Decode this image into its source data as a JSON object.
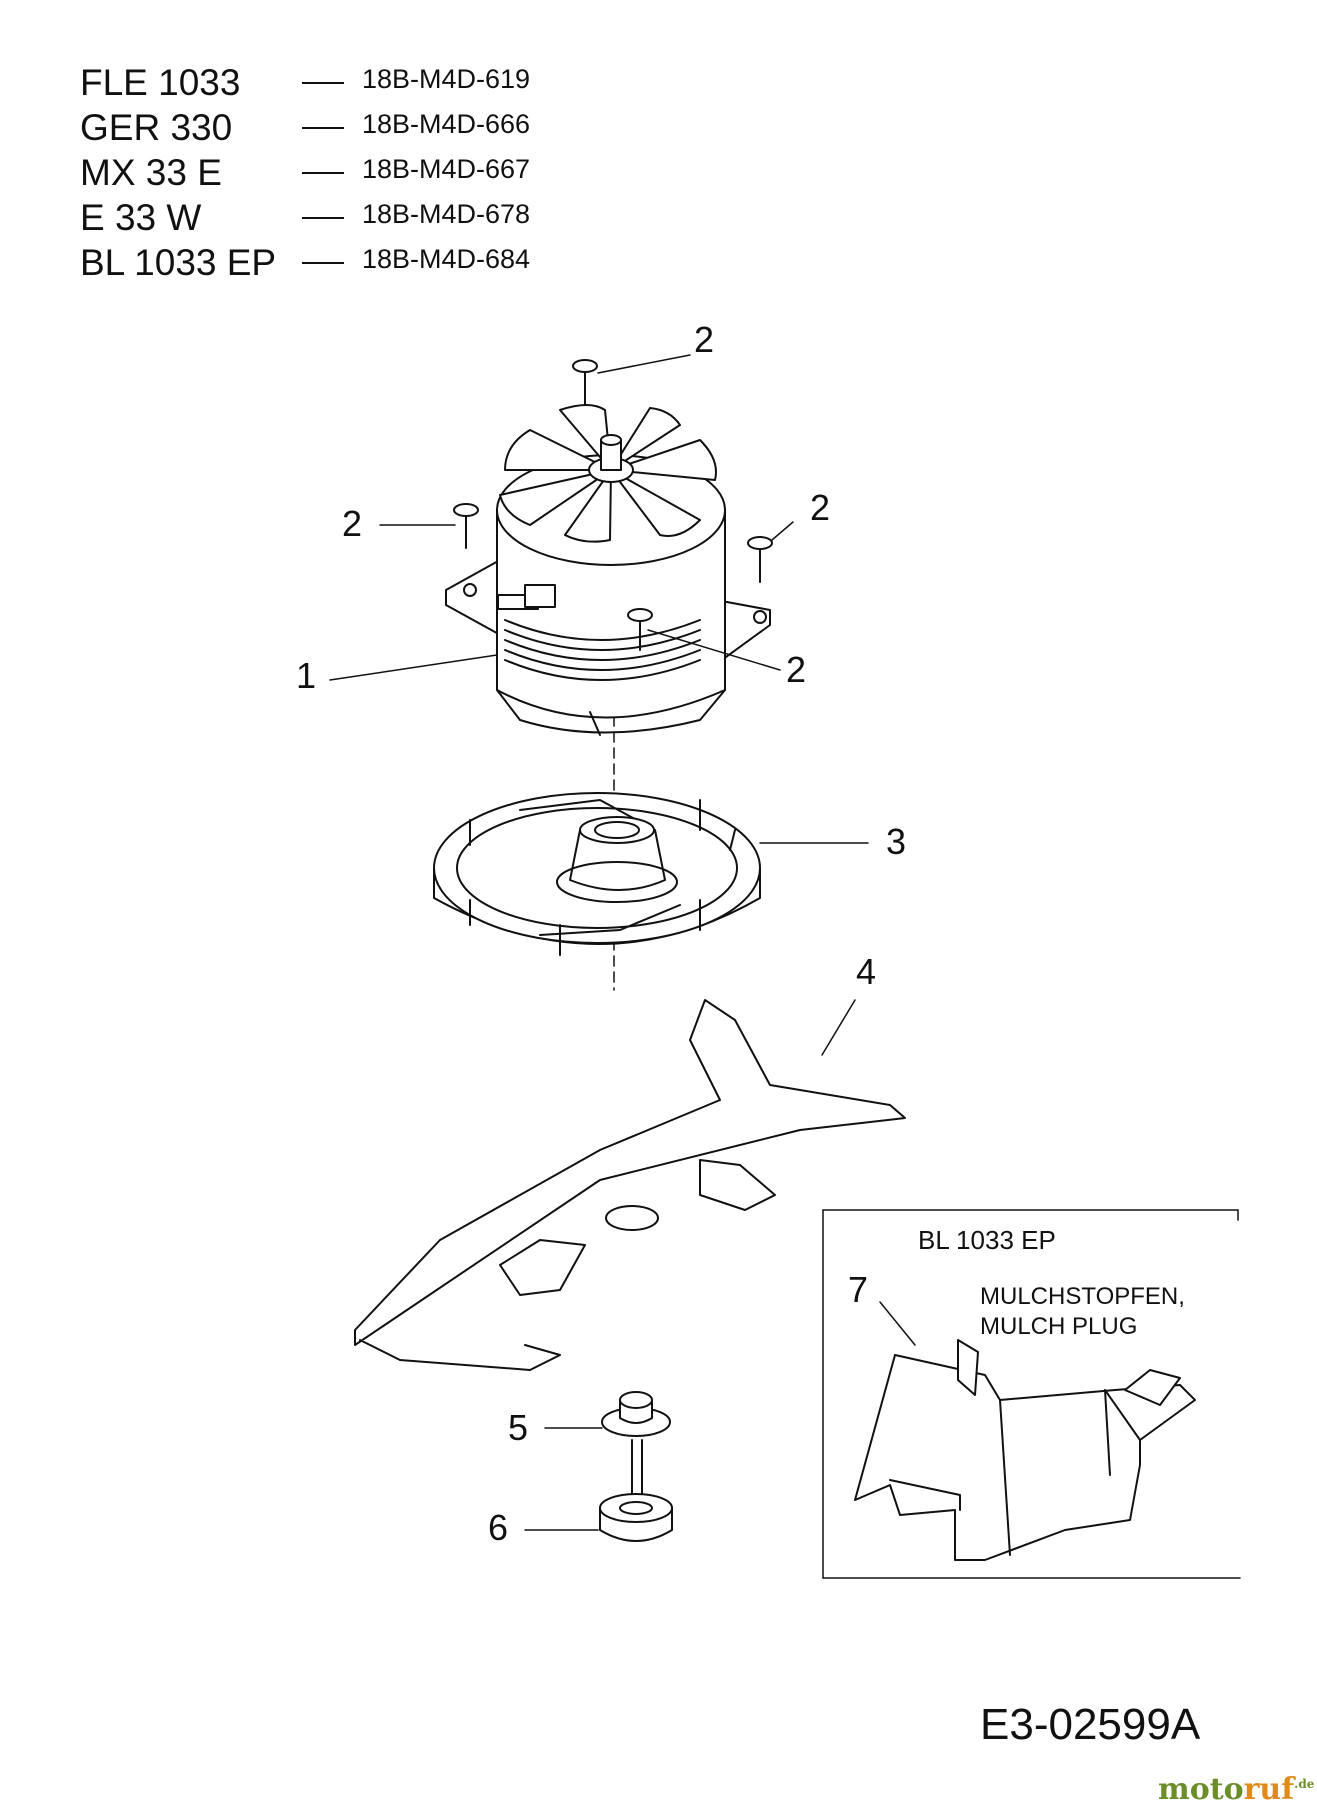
{
  "models": [
    {
      "name": "FLE 1033",
      "code": "18B-M4D-619"
    },
    {
      "name": "GER 330",
      "code": "18B-M4D-666"
    },
    {
      "name": "MX 33 E",
      "code": "18B-M4D-667"
    },
    {
      "name": "E 33 W",
      "code": "18B-M4D-678"
    },
    {
      "name": "BL 1033 EP",
      "code": "18B-M4D-684"
    }
  ],
  "callouts": {
    "motor": "1",
    "screw": "2",
    "fan": "3",
    "blade": "4",
    "washer": "5",
    "adapter": "6",
    "mulch_plug": "7"
  },
  "inset": {
    "title": "BL 1033 EP",
    "note_line1": "MULCHSTOPFEN,",
    "note_line2": "MULCH PLUG"
  },
  "drawing_number": "E3-02599A",
  "watermark": {
    "part1": "moto",
    "part2": "ruf",
    "suffix": ".de"
  },
  "colors": {
    "line": "#111111",
    "watermark_green": "#6b8e2a",
    "watermark_orange": "#e08a1a"
  }
}
